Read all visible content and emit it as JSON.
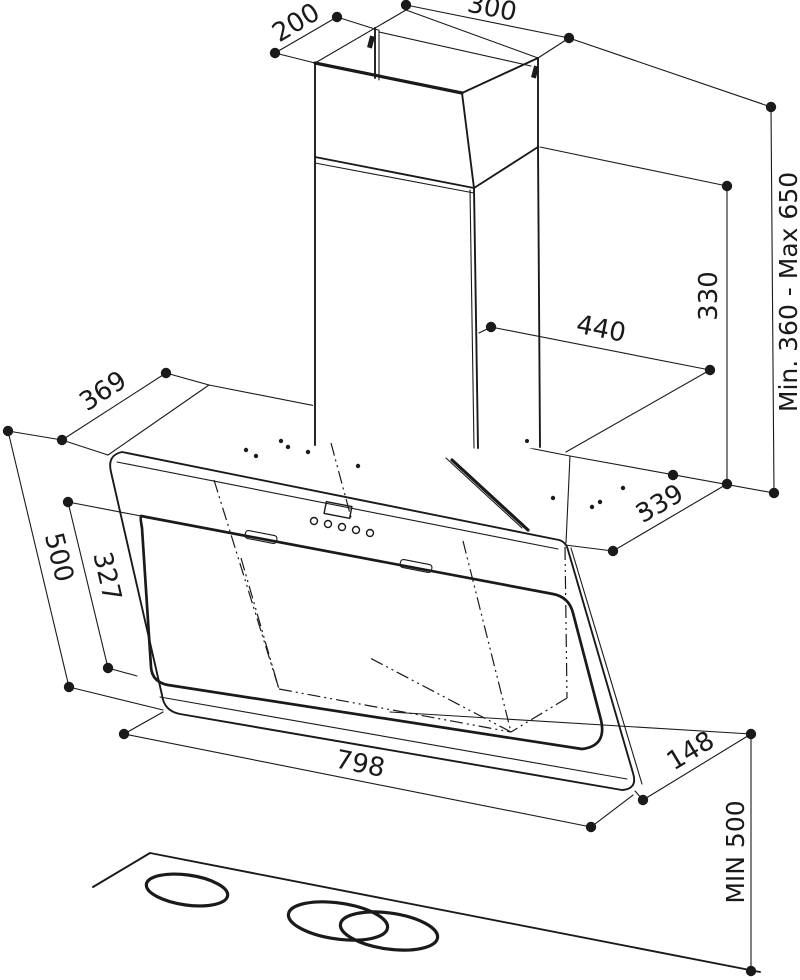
{
  "drawing": {
    "background": "#ffffff",
    "line_color": "#1a1a1a",
    "dimensions": {
      "chimney_top_depth": "200",
      "chimney_top_width": "300",
      "upper_chimney_height": "330",
      "telescopic_range": "Min. 360 - Max 650",
      "chimney_body_width": "440",
      "hood_top_depth": "369",
      "hood_right_depth": "339",
      "glass_front_height": "500",
      "inner_panel_height": "327",
      "hood_width": "798",
      "bottom_depth": "148",
      "min_hob_clearance": "MIN 500"
    }
  }
}
